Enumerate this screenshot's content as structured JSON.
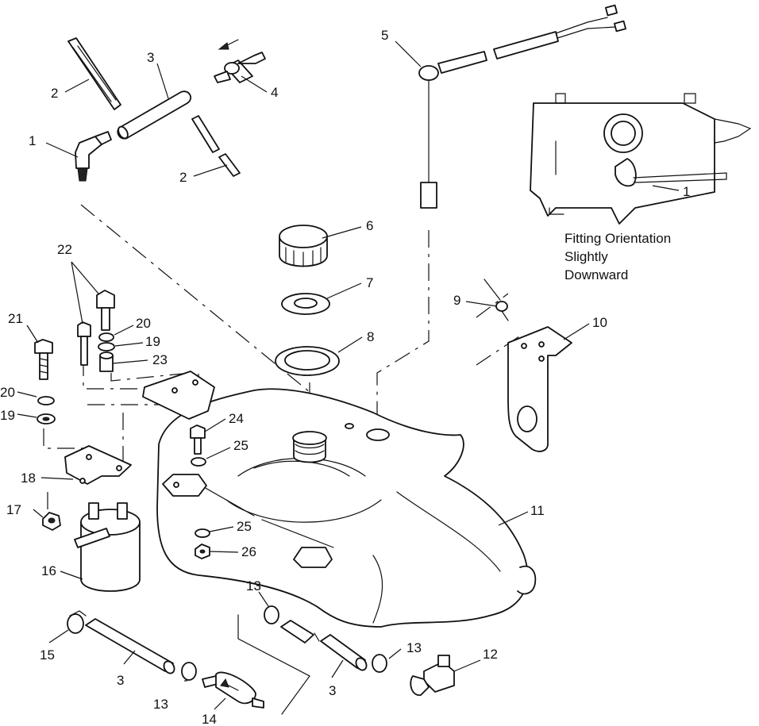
{
  "callouts": {
    "c1": "1",
    "c2a": "2",
    "c2b": "2",
    "c3a": "3",
    "c3b": "3",
    "c3c": "3",
    "c4": "4",
    "c5": "5",
    "c6": "6",
    "c7": "7",
    "c8": "8",
    "c9": "9",
    "c10": "10",
    "c11": "11",
    "c12": "12",
    "c13a": "13",
    "c13b": "13",
    "c13c": "13",
    "c14": "14",
    "c15": "15",
    "c16": "16",
    "c17": "17",
    "c18": "18",
    "c19a": "19",
    "c19b": "19",
    "c20a": "20",
    "c20b": "20",
    "c21": "21",
    "c22": "22",
    "c23": "23",
    "c24": "24",
    "c25a": "25",
    "c25b": "25",
    "c26": "26",
    "inset_1": "1"
  },
  "inset_note": {
    "line1": "Fitting Orientation",
    "line2": "Slightly",
    "line3": "Downward"
  },
  "icons": [
    "flow-arrow-icon"
  ]
}
